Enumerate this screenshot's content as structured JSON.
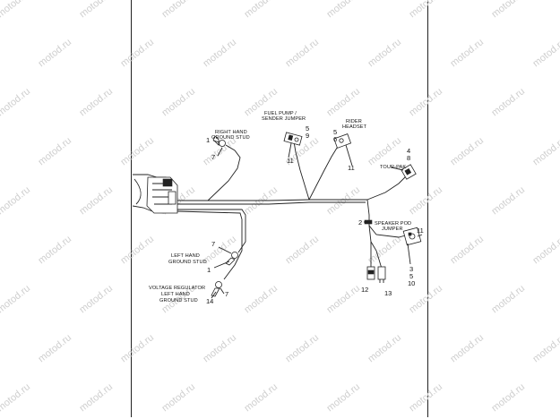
{
  "watermark": {
    "text": "motod.ru",
    "color": "#cfcfcf"
  },
  "labels": {
    "right_hand_ground_stud": [
      "RIGHT HAND",
      "GROUND STUD"
    ],
    "fuel_pump_sender_jumper": [
      "FUEL PUMP /",
      "SENDER JUMPER"
    ],
    "rider_headset": [
      "RIDER",
      "HEADSET"
    ],
    "tour_pak": [
      "TOUR-PAK"
    ],
    "speaker_pod_jumper": [
      "SPEAKER POD",
      "JUMPER"
    ],
    "left_hand_ground_stud": [
      "LEFT HAND",
      "GROUND STUD"
    ],
    "voltage_regulator_ground_stud": [
      "VOLTAGE REGULATOR",
      "LEFT HAND",
      "GROUND STUD"
    ]
  },
  "callouts": {
    "rh_ground_1": "1",
    "rh_ground_7": "7",
    "fuel_pump_5": "5",
    "fuel_pump_9": "9",
    "fuel_pump_11": "11",
    "headset_5": "5",
    "headset_6": "6",
    "headset_11": "11",
    "tour_pak_4": "4",
    "tour_pak_8": "8",
    "speaker_2": "2",
    "speaker_11": "11",
    "speaker_3": "3",
    "speaker_5": "5",
    "speaker_10": "10",
    "bottom_12": "12",
    "bottom_13": "13",
    "lh_ground_7": "7",
    "lh_ground_1": "1",
    "vr_ground_7": "7",
    "vr_ground_14": "14"
  }
}
